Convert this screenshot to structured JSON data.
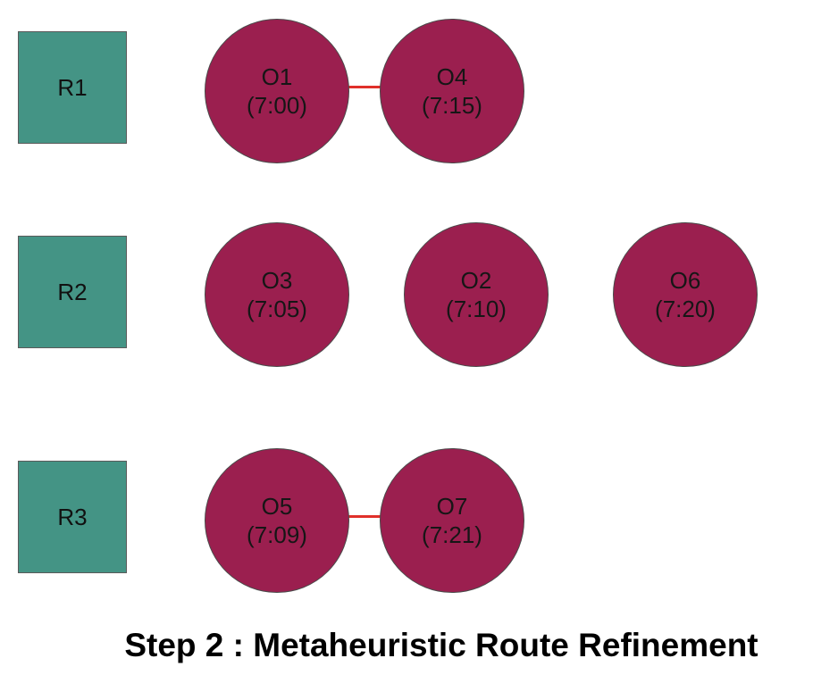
{
  "colors": {
    "robot_fill": "#449485",
    "order_fill": "#9b1f4f",
    "link_stroke": "#e0302a"
  },
  "robots": [
    {
      "label": "R1"
    },
    {
      "label": "R2"
    },
    {
      "label": "R3"
    }
  ],
  "rows": [
    {
      "orders": [
        {
          "id": "O1",
          "time": "(7:00)"
        },
        {
          "id": "O4",
          "time": "(7:15)"
        }
      ]
    },
    {
      "orders": [
        {
          "id": "O3",
          "time": "(7:05)"
        },
        {
          "id": "O2",
          "time": "(7:10)"
        },
        {
          "id": "O6",
          "time": "(7:20)"
        }
      ]
    },
    {
      "orders": [
        {
          "id": "O5",
          "time": "(7:09)"
        },
        {
          "id": "O7",
          "time": "(7:21)"
        }
      ]
    }
  ],
  "caption": "Step 2 : Metaheuristic Route Refinement"
}
